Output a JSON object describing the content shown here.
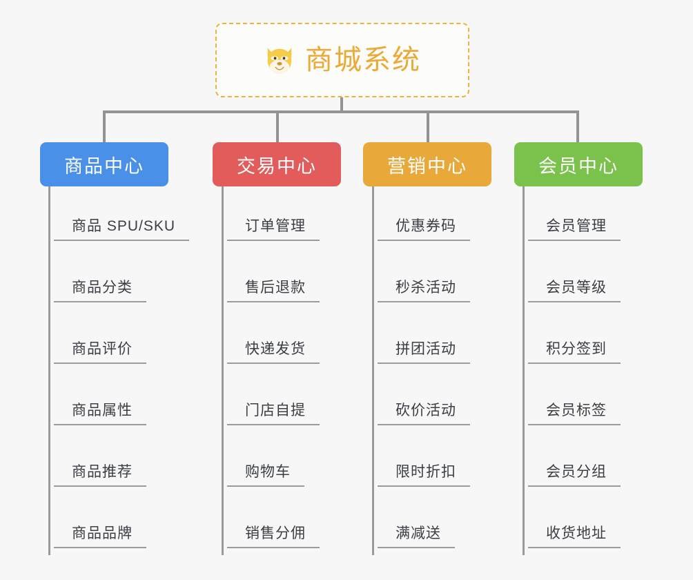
{
  "root": {
    "icon": "shiba-dog-icon",
    "title": "商城系统",
    "border_color": "#e9b33c",
    "text_color": "#eba936"
  },
  "connector_color": "#939393",
  "background_color": "#f7f7f7",
  "columns": [
    {
      "header": "商品中心",
      "color": "#4a90e8",
      "items": [
        "商品 SPU/SKU",
        "商品分类",
        "商品评价",
        "商品属性",
        "商品推荐",
        "商品品牌"
      ]
    },
    {
      "header": "交易中心",
      "color": "#e25c5c",
      "items": [
        "订单管理",
        "售后退款",
        "快递发货",
        "门店自提",
        "购物车",
        "销售分佣"
      ]
    },
    {
      "header": "营销中心",
      "color": "#e8a93a",
      "items": [
        "优惠券码",
        "秒杀活动",
        "拼团活动",
        "砍价活动",
        "限时折扣",
        "满减送"
      ]
    },
    {
      "header": "会员中心",
      "color": "#7ac24b",
      "items": [
        "会员管理",
        "会员等级",
        "积分签到",
        "会员标签",
        "会员分组",
        "收货地址"
      ]
    }
  ]
}
